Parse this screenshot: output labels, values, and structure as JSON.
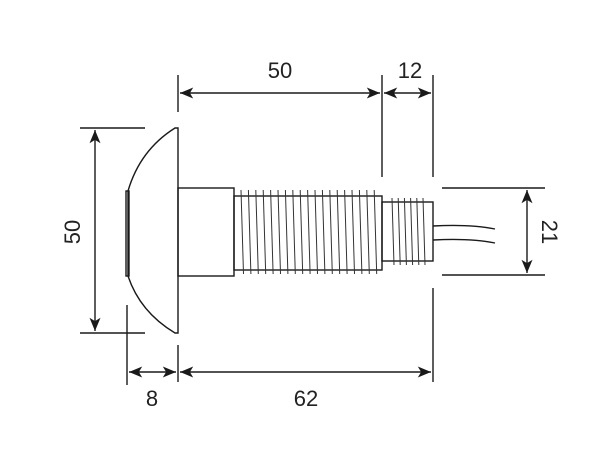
{
  "dimensions": {
    "shaft_length": "50",
    "tip_length": "12",
    "head_diameter": "50",
    "thread_diameter": "21",
    "head_depth": "8",
    "total_length": "62"
  },
  "colors": {
    "line": "#1a1a1a",
    "background": "#ffffff"
  }
}
